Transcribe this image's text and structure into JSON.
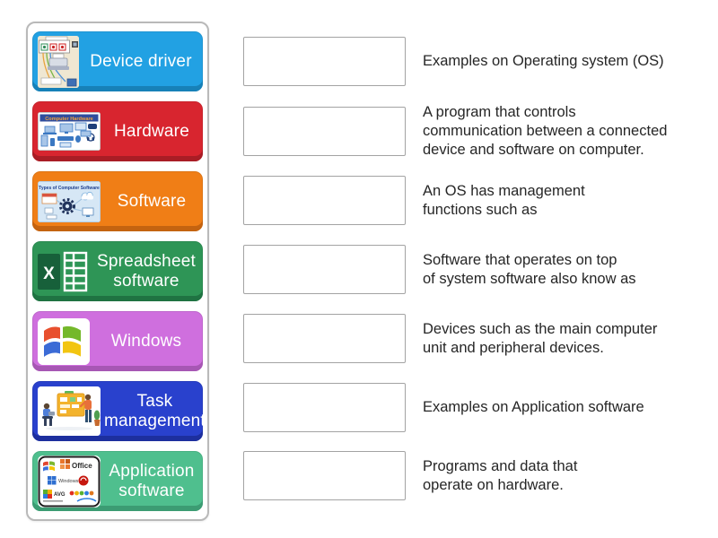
{
  "activity": {
    "kind": "match-up"
  },
  "keywords_panel": {
    "tiles": [
      {
        "label": "Device driver",
        "color": "#22a1e3",
        "edge": "#1781b8",
        "icon": "device-driver-diagram"
      },
      {
        "label": "Hardware",
        "color": "#d8252f",
        "edge": "#a91d25",
        "icon": "computer-hardware-collage"
      },
      {
        "label": "Software",
        "color": "#f07e16",
        "edge": "#c46310",
        "icon": "computer-software-types-poster"
      },
      {
        "label": "Spreadsheet software",
        "color": "#2e9556",
        "edge": "#1f7342",
        "icon": "excel-spreadsheet"
      },
      {
        "label": "Windows",
        "color": "#cf6fde",
        "edge": "#a757b4",
        "icon": "windows-xp-logo"
      },
      {
        "label": "Task management",
        "color": "#2941cd",
        "edge": "#1d2f9e",
        "icon": "task-board-illustration"
      },
      {
        "label": "Application software",
        "color": "#4fbf8e",
        "edge": "#3c9c73",
        "icon": "application-logos-collage"
      }
    ]
  },
  "definitions": [
    {
      "text": "Examples on Operating system (OS)"
    },
    {
      "text": "A program that controls\ncommunication between a connected\ndevice and software on computer."
    },
    {
      "text": "An OS has management\nfunctions such as"
    },
    {
      "text": "Software that operates on top\nof system software also know as"
    },
    {
      "text": "Devices such as the main computer\nunit and peripheral devices."
    },
    {
      "text": "Examples on Application software"
    },
    {
      "text": "Programs and data that\noperate on hardware."
    }
  ],
  "image_texts": {
    "hardware_title": "Computer Hardware",
    "software_title": "Types of Computer Software",
    "excel_x": "X",
    "office": "Office",
    "windows8": "Windows 8",
    "avg": "AVG"
  },
  "colors": {
    "panel_border": "#b9b9b9",
    "drop_zone_border": "#a3a3a3",
    "clue_text": "#262626",
    "tile_label": "#ffffff"
  }
}
